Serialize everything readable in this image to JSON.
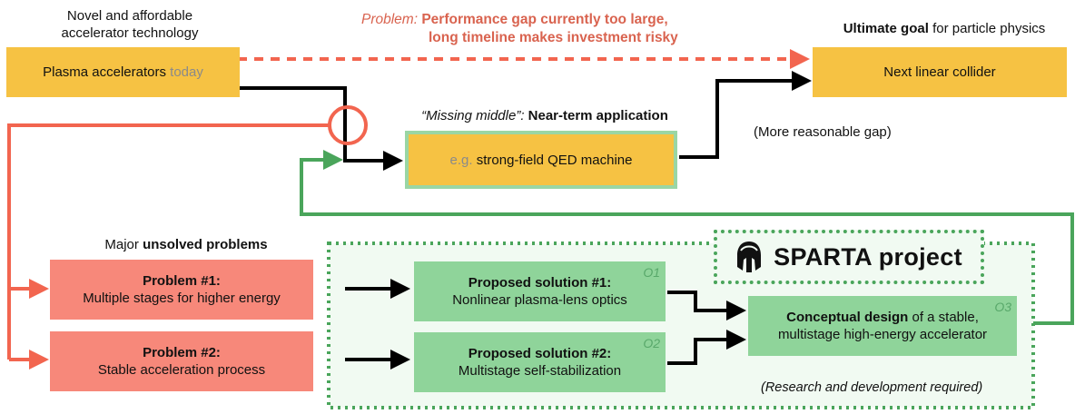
{
  "colors": {
    "yellow": "#f6c243",
    "red": "#f7887a",
    "green": "#8fd49a",
    "problem_text": "#d9634f",
    "arrow_red": "#f2654f",
    "arrow_green": "#4aa55b",
    "arrow_black": "#000000"
  },
  "top": {
    "plasma_caption": [
      "Novel and affordable",
      "accelerator technology"
    ],
    "plasma_box": {
      "main": "Plasma accelerators",
      "muted": "today"
    },
    "problem": {
      "prefix": "Problem:",
      "line1": "Performance gap currently too large,",
      "line2": "long timeline makes investment risky"
    },
    "goal_caption": {
      "bold": "Ultimate goal",
      "rest": "for particle physics"
    },
    "goal_box": "Next linear collider"
  },
  "middle": {
    "caption_italic": "“Missing middle”:",
    "caption_bold": "Near-term application",
    "box_muted": "e.g.",
    "box_main": "strong-field QED machine",
    "gap_note": "(More reasonable gap)"
  },
  "bottom": {
    "problems_caption": {
      "normal": "Major",
      "bold": "unsolved problems"
    },
    "problem1": {
      "title": "Problem #1:",
      "desc": "Multiple stages for higher energy"
    },
    "problem2": {
      "title": "Problem #2:",
      "desc": "Stable acceleration process"
    },
    "solution1": {
      "title": "Proposed solution #1:",
      "desc": "Nonlinear plasma-lens optics",
      "tag": "O1"
    },
    "solution2": {
      "title": "Proposed solution #2:",
      "desc": "Multistage self-stabilization",
      "tag": "O2"
    },
    "design": {
      "bold": "Conceptual design",
      "rest": "of a stable,",
      "line2": "multistage high-energy accelerator",
      "tag": "O3"
    },
    "project_title": "SPARTA project",
    "rd_note": "(Research and development required)",
    "icon": "spartan-helmet-icon"
  }
}
